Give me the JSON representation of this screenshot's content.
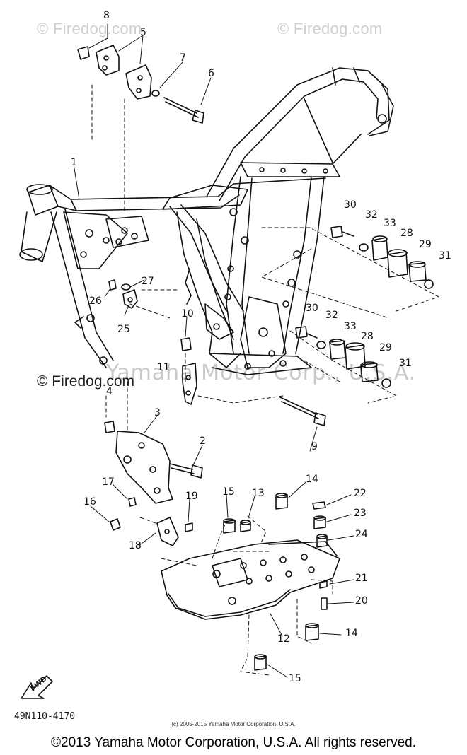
{
  "watermarks": {
    "top_left": "© Firedog.com",
    "top_right": "© Firedog.com",
    "middle_left": "© Firedog.com",
    "manufacturer_overlay": "Yamaha Motor Corp., U.S.A."
  },
  "part_code": "49N110-4170",
  "small_copyright": "(c) 2005-2015 Yamaha Motor Corporation, U.S.A.",
  "footer_copyright": "©2013 Yamaha Motor Corporation, U.S.A. All rights reserved.",
  "fwd_label": "FWD",
  "callouts": [
    "1",
    "2",
    "3",
    "4",
    "5",
    "6",
    "7",
    "8",
    "9",
    "10",
    "11",
    "12",
    "13",
    "14",
    "14",
    "15",
    "15",
    "16",
    "17",
    "18",
    "19",
    "20",
    "21",
    "22",
    "23",
    "24",
    "25",
    "26",
    "27",
    "28",
    "28",
    "29",
    "29",
    "30",
    "30",
    "31",
    "31",
    "32",
    "32",
    "33",
    "33"
  ],
  "colors": {
    "line": "#111111",
    "watermark": "#cfcfcf"
  }
}
